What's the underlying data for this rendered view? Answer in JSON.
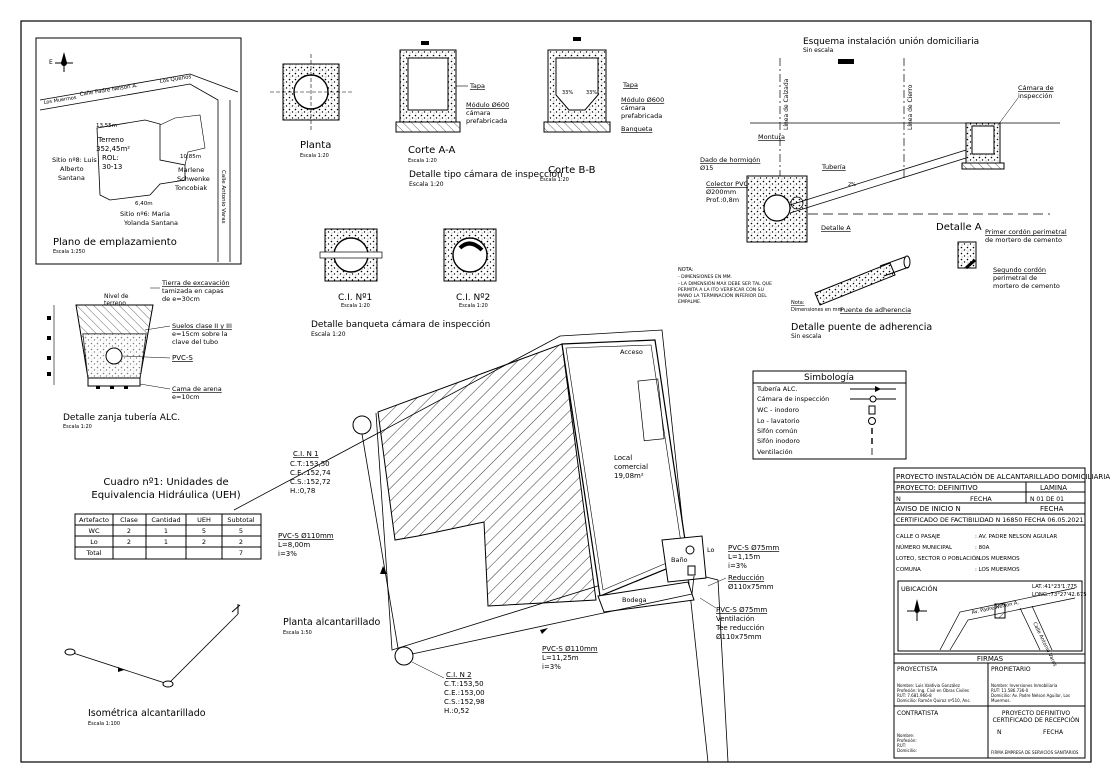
{
  "site_plan": {
    "title": "Plano de emplazamiento",
    "scale": "Escala 1:250",
    "street1": "Calle Padre Nelson A.",
    "street2": "Los Quenos",
    "street3": "Los Muermos",
    "street4": "Calle Antonio Varas",
    "lot_name": "Terreno",
    "lot_area": "352,45m²",
    "lot_rol_label": "ROL:",
    "lot_rol": "30-13",
    "left_owner": [
      "Sitio nº8: Luis",
      "Alberto",
      "Santana"
    ],
    "right_owner": [
      "Marlene",
      "Schwenke",
      "Toncobiak"
    ],
    "bottom_owner": [
      "Sitio nº6: Maria",
      "Yolanda Santana"
    ],
    "dims": [
      "13,55m",
      "10,85m",
      "6,40m"
    ]
  },
  "chamber": {
    "title": "Detalle tipo cámara de inspección",
    "scale": "Escala 1:20",
    "plan_label": "Planta",
    "plan_scale": "Escala 1:20",
    "cut_aa": "Corte A-A",
    "cut_aa_scale": "Escala 1:20",
    "cut_bb": "Corte B-B",
    "cut_bb_scale": "Escala 1:20",
    "lid": "Tapa",
    "module": [
      "Módulo Ø600",
      "cámara",
      "prefabricada"
    ],
    "bench": "Banqueta",
    "slope": "33%"
  },
  "bench_detail": {
    "title": "Detalle banqueta cámara de inspección",
    "scale": "Escala 1:20",
    "ci1": "C.I. Nº1",
    "ci2": "C.I. Nº2",
    "sub_scale": "Escala 1:20"
  },
  "trench": {
    "title": "Detalle zanja tubería ALC.",
    "scale": "Escala 1:20",
    "ground": [
      "Nivel de",
      "terreno"
    ],
    "fill": [
      "Tierra de excavación",
      "tamizada en capas",
      "de e=30cm"
    ],
    "soil": [
      "Suelos clase II y III",
      "e=15cm sobre la",
      "clave del tubo"
    ],
    "pipe": "PVC-S",
    "sand": [
      "Cama de arena",
      "e=10cm"
    ]
  },
  "house_connection": {
    "title": "Esquema instalación unión domiciliaria",
    "scale": "Sin escala",
    "line_left": "Línea de Calzada",
    "line_right": "Línea de Cierro",
    "chamber": [
      "Cámara de",
      "inspección"
    ],
    "saddle": "Montura",
    "concrete": [
      "Dado de hormigón",
      "Ø15"
    ],
    "collector": [
      "Colector PVC",
      "Ø200mm",
      "Prof.:0,8m"
    ],
    "pipe": "Tubería",
    "detail_a_small": "Detalle A",
    "detail_a": "Detalle A",
    "note_title": "NOTA:",
    "notes": [
      "- DIMENSIONES EN MM.",
      "- LA DIMENSIÓN MAX DEBE SER TAL QUE",
      "  PERMITA A LA ITO VERIFICAR CON SU",
      "  MANO LA TERMINACIÓN INFERIOR DEL",
      "  EMPALME."
    ],
    "first_bead": [
      "Primer cordón perimetral",
      "de mortero de cemento"
    ],
    "second_bead": [
      "Segundo cordón",
      "perimetral de",
      "mortero de cemento"
    ],
    "slope": "2%"
  },
  "adhesion": {
    "title": "Detalle puente de adherencia",
    "scale": "Sin escala",
    "bridge": "Puente de adherencia",
    "note": [
      "Nota:",
      "Dimensiones en mm"
    ]
  },
  "legend": {
    "title": "Simbología",
    "items": [
      "Tubería ALC.",
      "Cámara de inspección",
      "WC - inodoro",
      "Lo - lavatorio",
      "Sifón común",
      "Sifón inodoro",
      "Ventilación"
    ]
  },
  "ueh": {
    "title": [
      "Cuadro nº1: Unidades de",
      "Equivalencia Hidráulica (UEH)"
    ],
    "headers": [
      "Artefacto",
      "Clase",
      "Cantidad",
      "UEH",
      "Subtotal"
    ],
    "rows": [
      [
        "WC",
        "2",
        "1",
        "5",
        "5"
      ],
      [
        "Lo",
        "2",
        "1",
        "2",
        "2"
      ],
      [
        "Total",
        "",
        "",
        "",
        "7"
      ]
    ]
  },
  "sewer_plan": {
    "title": "Planta alcantarillado",
    "scale": "Escala 1:50",
    "access": "Acceso",
    "local": [
      "Local",
      "comercial",
      "19,08m²"
    ],
    "bath": "Baño",
    "warehouse": "Bodega",
    "lo": "Lo",
    "ci1": [
      "C.I. N 1",
      "C.T.:153,50",
      "C.E.:152,74",
      "C.S.:152,72",
      "H.:0,78"
    ],
    "ci2": [
      "C.I. N 2",
      "C.T.:153,50",
      "C.E.:153,00",
      "C.S.:152,98",
      "H.:0,52"
    ],
    "pipe1": [
      "PVC-S Ø110mm",
      "L=8,00m",
      "i=3%"
    ],
    "pipe2": [
      "PVC-S Ø75mm",
      "L=1,15m",
      "i=3%"
    ],
    "reduction": [
      "Reducción",
      "Ø110x75mm"
    ],
    "vent": [
      "PVC-S Ø75mm",
      "Ventilación",
      "Tee reducción",
      "Ø110x75mm"
    ],
    "pipe3": [
      "PVC-S Ø110mm",
      "L=11,25m",
      "i=3%"
    ]
  },
  "isometric": {
    "title": "Isométrica alcantarillado",
    "scale": "Escala 1:100"
  },
  "title_block": {
    "project": "PROYECTO INSTALACIÓN DE ALCANTARILLADO DOMICILIARIA",
    "project_label": "PROYECTO: DEFINITIVO",
    "lamina": "LAMINA",
    "n_label": "N",
    "fecha_label": "FECHA",
    "sheet_of": "N 01 DE 01",
    "notice": "AVISO DE INICIO N",
    "notice_fecha": "FECHA",
    "cert": "CERTIFICADO DE FACTIBILIDAD N 16850 FECHA 06.05.2021",
    "fields": [
      [
        "CALLE O PASAJE",
        ": AV. PADRE NELSON AGUILAR"
      ],
      [
        "NÚMERO MUNICIPAL",
        ": 80A"
      ],
      [
        "LOTEO, SECTOR O POBLACIÓN",
        ": LOS MUERMOS"
      ],
      [
        "COMUNA",
        ": LOS MUERMOS"
      ]
    ],
    "location_label": "UBICACIÓN",
    "coords": [
      "LAT.:41°23'1.775",
      "LONG.:73°27'42.675"
    ],
    "loc_street1": "Av. Padre Nelson A.",
    "loc_street2": "Calle Antonio Varas",
    "firmas": "FIRMAS",
    "projectista": "PROYECTISTA",
    "propietario": "PROPIETARIO",
    "proj_lines": [
      "Nombre: Luis Valdivia González",
      "Profesión: Ing. Civil en Obras Civiles",
      "RUT: 7.681.966-8",
      "Domicilio: Ramón Quiroz nº510, Anc."
    ],
    "prop_lines": [
      "Nombre: Inversiones Inmobiliaria",
      "RUT: 11.586.736-0",
      "Domicilio: Av. Padre Nelson Aguilar, Los",
      "Muermos."
    ],
    "contratista": "CONTRATISTA",
    "contr_lines": [
      "Nombre:",
      "Profesión:",
      "RUT:",
      "Domicilio:"
    ],
    "definitive": [
      "PROYECTO DEFINITIVO",
      "CERTIFICADO DE RECEPCIÓN"
    ],
    "def_n": "N",
    "def_fecha": "FECHA",
    "signature": "FIRMA EMPRESA DE SERVICIOS SANITARIOS"
  }
}
